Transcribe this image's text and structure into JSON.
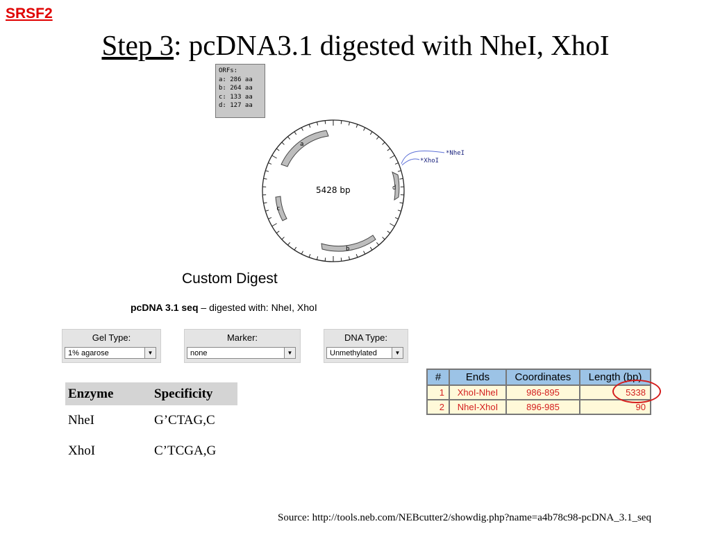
{
  "slide": {
    "tag": "SRSF2",
    "title_underlined": "Step 3",
    "title_rest": ": pcDNA3.1 digested with NheI, XhoI",
    "source": "Source: http://tools.neb.com/NEBcutter2/showdig.php?name=a4b78c98-pcDNA_3.1_seq"
  },
  "orfs": {
    "header": "ORFs:",
    "items": [
      "a: 286 aa",
      "b: 264 aa",
      "c: 133 aa",
      "d: 127 aa"
    ]
  },
  "plasmid": {
    "size_label": "5428 bp",
    "orf_labels": [
      "a",
      "b",
      "c",
      "d"
    ],
    "sites": [
      "*NheI",
      "*XhoI"
    ]
  },
  "digest": {
    "title": "Custom Digest",
    "seq_name": "pcDNA 3.1 seq",
    "subtitle_rest": " – digested with: NheI, XhoI"
  },
  "controls": {
    "gel_type": {
      "label": "Gel Type:",
      "value": "1% agarose"
    },
    "marker": {
      "label": "Marker:",
      "value": "none"
    },
    "dna_type": {
      "label": "DNA Type:",
      "value": "Unmethylated"
    }
  },
  "enzyme_table": {
    "headers": [
      "Enzyme",
      "Specificity"
    ],
    "rows": [
      [
        "NheI",
        "G’CTAG,C"
      ],
      [
        "XhoI",
        "C’TCGA,G"
      ]
    ]
  },
  "fragment_table": {
    "headers": [
      "#",
      "Ends",
      "Coordinates",
      "Length (bp)"
    ],
    "rows": [
      [
        "1",
        "XhoI-NheI",
        "986-895",
        "5338"
      ],
      [
        "2",
        "NheI-XhoI",
        "896-985",
        "90"
      ]
    ]
  },
  "colors": {
    "tag": "#e00000",
    "table_header": "#9cc3e6",
    "table_cell": "#fff9d9",
    "table_text": "#d32020",
    "highlight_circle": "#d51c1c"
  }
}
